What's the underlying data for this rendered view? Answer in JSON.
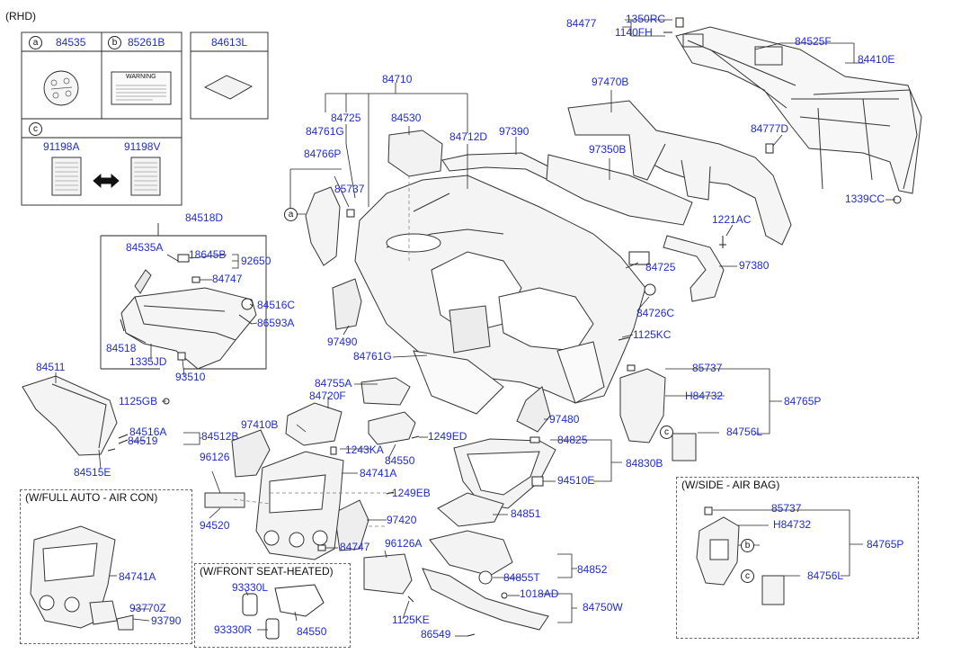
{
  "header": {
    "variant": "(RHD)"
  },
  "legend": {
    "a": {
      "letter": "a",
      "part": "84535"
    },
    "b": {
      "letter": "b",
      "part": "85261B",
      "sticker_text": "WARNING"
    },
    "single": {
      "part": "84613L"
    },
    "c": {
      "letter": "c",
      "left_part": "91198A",
      "right_part": "91198V"
    }
  },
  "insets": {
    "full_auto": {
      "title": "(W/FULL AUTO - AIR CON)"
    },
    "seat_heated": {
      "title": "(W/FRONT SEAT-HEATED)"
    },
    "side_airbag": {
      "title": "(W/SIDE - AIR BAG)"
    }
  },
  "labels": [
    "84477",
    "1350RC",
    "1140FH",
    "84525F",
    "84410E",
    "84710",
    "97470B",
    "84725",
    "84761G",
    "84530",
    "84712D",
    "97390",
    "84777D",
    "84766P",
    "97350B",
    "85737",
    "1339CC",
    "84518D",
    "1221AC",
    "84535A",
    "18645B",
    "92650",
    "84725",
    "97380",
    "84747",
    "84516C",
    "84726C",
    "86593A",
    "97490",
    "1125KC",
    "84518",
    "84761G",
    "1335JD",
    "93510",
    "84511",
    "85737",
    "84755A",
    "84720F",
    "H84732",
    "84765P",
    "1125GB",
    "97410B",
    "97480",
    "1249ED",
    "84516A",
    "84512B",
    "84519",
    "84756L",
    "84825",
    "1243KA",
    "84550",
    "84830B",
    "96126",
    "84741A",
    "84515E",
    "94510E",
    "1249EB",
    "84851",
    "97420",
    "94520",
    "96126A",
    "84747",
    "84741A",
    "84852",
    "84855T",
    "93330L",
    "1018AD",
    "93770Z",
    "84750W",
    "93790",
    "93330R",
    "84550",
    "1125KE",
    "86549",
    "85737",
    "H84732",
    "84765P",
    "84756L"
  ],
  "circle_markers": [
    "a",
    "b",
    "c",
    "c"
  ]
}
